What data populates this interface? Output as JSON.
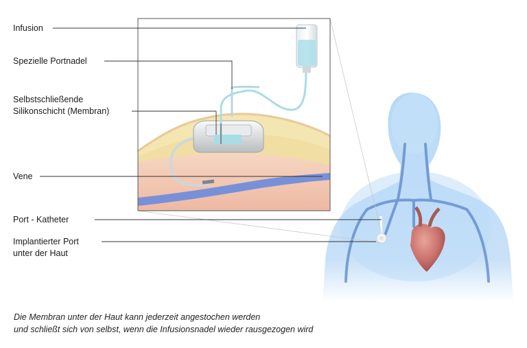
{
  "labels": {
    "infusion": "Infusion",
    "portnadel": "Spezielle Portnadel",
    "membrane_line1": "Selbstschließende",
    "membrane_line2": "Silikonschicht (Membran)",
    "vene": "Vene",
    "katheter": "Port - Katheter",
    "port_line1": "Implantierter Port",
    "port_line2": "unter der Haut"
  },
  "caption": {
    "line1": "Die Membran unter der Haut kann jederzeit angestochen werden",
    "line2": "und schließt sich von selbst, wenn die Infusionsnadel wieder rausgezogen wird"
  },
  "colors": {
    "body": "#a9d2f5",
    "vessel": "#5b86c9",
    "skin_fat": "#f3e6b0",
    "skin_tissue": "#f2c9ae",
    "vein": "#7890d8",
    "fluid": "#a8dde6",
    "heart": "#c9706a",
    "line": "#333333"
  }
}
